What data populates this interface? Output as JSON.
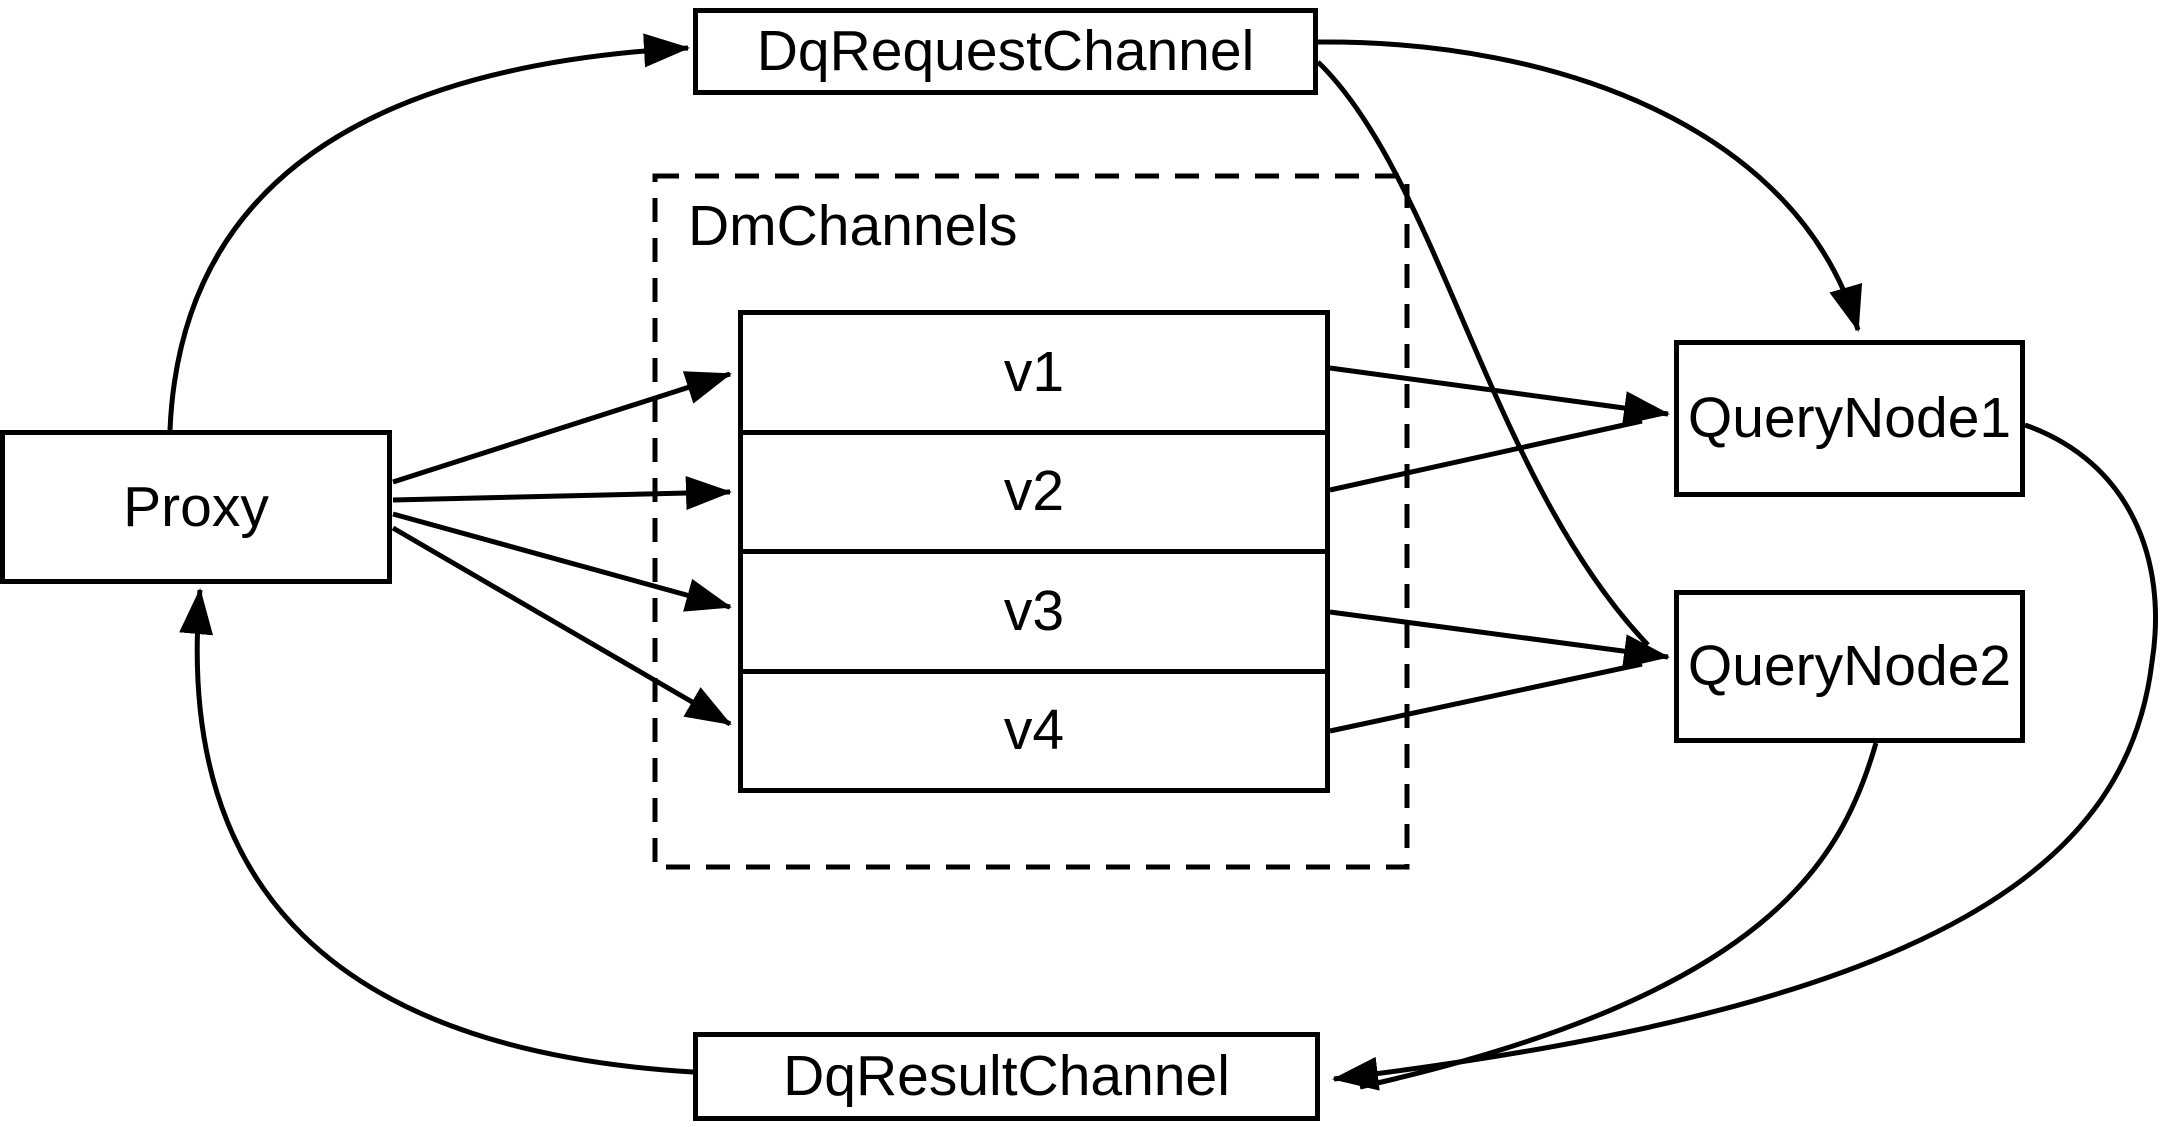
{
  "diagram": {
    "nodes": {
      "proxy": {
        "label": "Proxy"
      },
      "request_channel": {
        "label": "DqRequestChannel"
      },
      "result_channel": {
        "label": "DqResultChannel"
      },
      "dm_channels": {
        "label": "DmChannels",
        "channels": [
          "v1",
          "v2",
          "v3",
          "v4"
        ]
      },
      "query_node_1": {
        "label": "QueryNode1"
      },
      "query_node_2": {
        "label": "QueryNode2"
      }
    },
    "edges": [
      {
        "from": "Proxy",
        "to": "DqRequestChannel"
      },
      {
        "from": "Proxy",
        "to": "v1"
      },
      {
        "from": "Proxy",
        "to": "v2"
      },
      {
        "from": "Proxy",
        "to": "v3"
      },
      {
        "from": "Proxy",
        "to": "v4"
      },
      {
        "from": "DqRequestChannel",
        "to": "QueryNode1"
      },
      {
        "from": "DqRequestChannel",
        "to": "QueryNode2"
      },
      {
        "from": "v1",
        "to": "QueryNode1"
      },
      {
        "from": "v2",
        "to": "QueryNode1"
      },
      {
        "from": "v3",
        "to": "QueryNode2"
      },
      {
        "from": "v4",
        "to": "QueryNode2"
      },
      {
        "from": "QueryNode1",
        "to": "DqResultChannel"
      },
      {
        "from": "QueryNode2",
        "to": "DqResultChannel"
      },
      {
        "from": "DqResultChannel",
        "to": "Proxy"
      }
    ],
    "colors": {
      "line": "#000000",
      "node_fill": "#ffffff",
      "text": "#000000",
      "background": "#ffffff"
    }
  }
}
